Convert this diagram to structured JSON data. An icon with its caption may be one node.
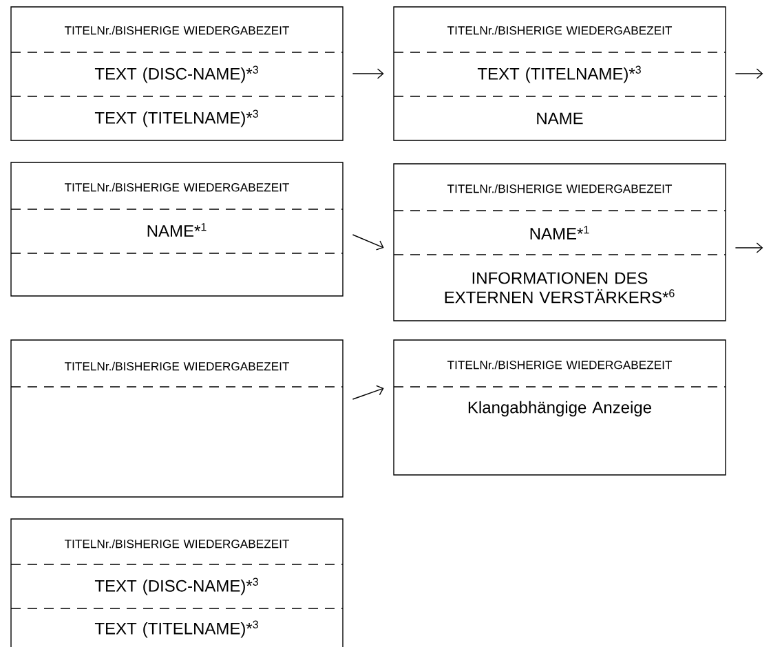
{
  "diagram": {
    "nodes": [
      {
        "text": [
          "TITELNr./BISHERIGE WIEDERGABEZEIT",
          "TEXT (DISC-NAME)*$^{3}$",
          "TEXT (TITELNAME)*$^{3}$"
        ]
      },
      {
        "text": [
          "TITELNr./BISHERIGE WIEDERGABEZEIT",
          "TEXT (TITELNAME)*$^{3}$",
          "NAME"
        ]
      },
      {
        "text": [
          "TITELNr./BISHERIGE WIEDERGABEZEIT",
          "NAME*$^{1}$"
        ]
      },
      {
        "text": [
          "TITELNr./BISHERIGE WIEDERGABEZEIT",
          "NAME*$^{1}$",
          "INFORMATIONEN DES EXTERNEN VERSTÄRKERS*$^{6}$"
        ]
      },
      {
        "text": [
          "TITELNr./BISHERIGE WIEDERGABEZEIT"
        ]
      },
      {
        "text": [
          "TITELNr./BISHERIGE WIEDERGABEZEIT",
          "Klangabhängige Anzeige"
        ]
      },
      {
        "text": [
          "TITELNr./BISHERIGE WIEDERGABEZEIT",
          "TEXT (DISC-NAME)*$^{3}$",
          "TEXT (TITELNAME)*$^{3}$"
        ]
      }
    ],
    "edges": [
      {
        "from": 0,
        "to": 1,
        "arrow": "to"
      },
      {
        "from": 1,
        "to": null,
        "arrow": "to"
      },
      {
        "from": 2,
        "to": 3,
        "arrow": "to"
      },
      {
        "from": 3,
        "to": null,
        "arrow": "to"
      },
      {
        "from": 4,
        "to": 5,
        "arrow": "to"
      }
    ]
  }
}
